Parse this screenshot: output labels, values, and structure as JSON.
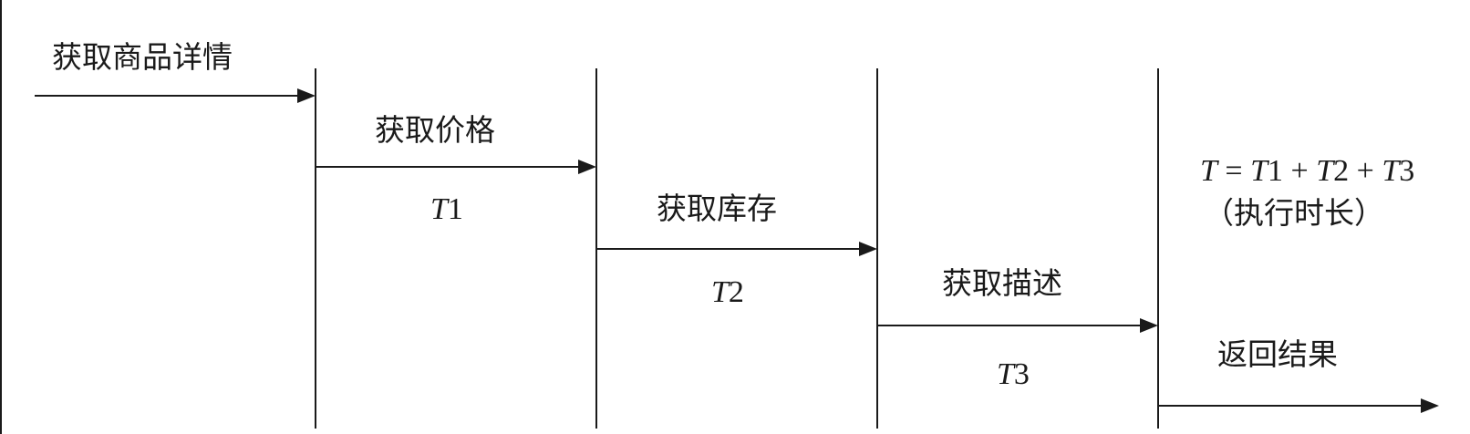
{
  "steps": [
    {
      "label": "获取商品详情"
    },
    {
      "label": "获取价格",
      "time_var": "T",
      "time_idx": "1"
    },
    {
      "label": "获取库存",
      "time_var": "T",
      "time_idx": "2"
    },
    {
      "label": "获取描述",
      "time_var": "T",
      "time_idx": "3"
    },
    {
      "label": "返回结果"
    }
  ],
  "formula": {
    "t": "T",
    "eq": " = ",
    "t1_var": "T",
    "t1_idx": "1",
    "plus1": " + ",
    "t2_var": "T",
    "t2_idx": "2",
    "plus2": " + ",
    "t3_var": "T",
    "t3_idx": "3"
  },
  "formula_note": "（执行时长）"
}
